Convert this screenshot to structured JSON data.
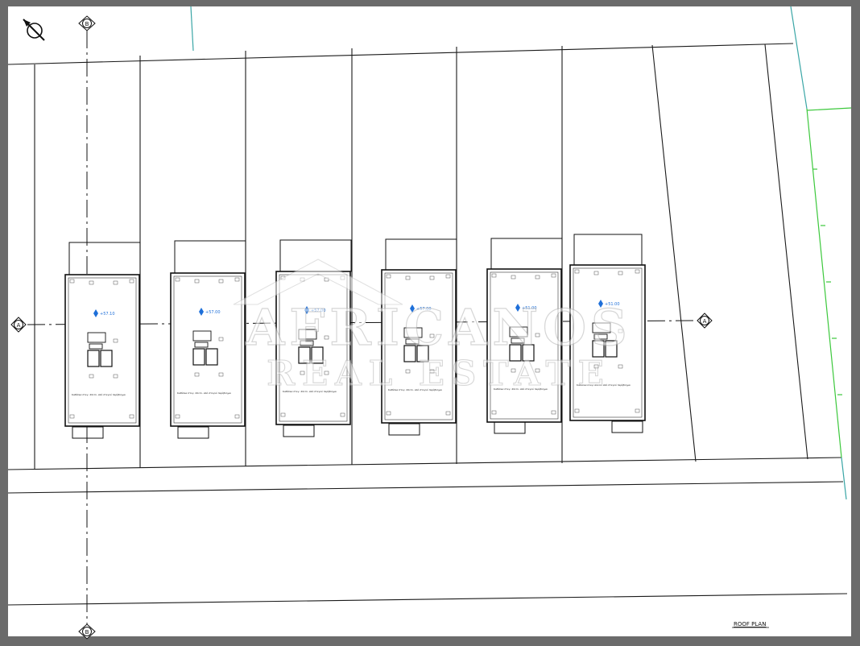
{
  "drawing": {
    "title": "ROOF PLAN",
    "axis_a": "A",
    "axis_b": "B"
  },
  "watermark": {
    "line1": "AFRICANOS",
    "line2": "REAL ESTATE"
  },
  "units": [
    {
      "id": "1",
      "elevation": "+57.10"
    },
    {
      "id": "2",
      "elevation": "+57.00"
    },
    {
      "id": "3",
      "elevation": "+57.00"
    },
    {
      "id": "4",
      "elevation": "+57.00"
    },
    {
      "id": "5",
      "elevation": "+51.00"
    },
    {
      "id": "6",
      "elevation": "+51.00"
    }
  ],
  "note": "Καθίσκα στεγ. 20cm. από στεγνό περίβλημα",
  "colors": {
    "frame": "#6b6b6b",
    "paper": "#ffffff",
    "ink": "#1a1a1a",
    "boundary_cyan": "#3aa6a6",
    "boundary_green": "#3cc83c",
    "level_blue": "#1e6fd9"
  }
}
